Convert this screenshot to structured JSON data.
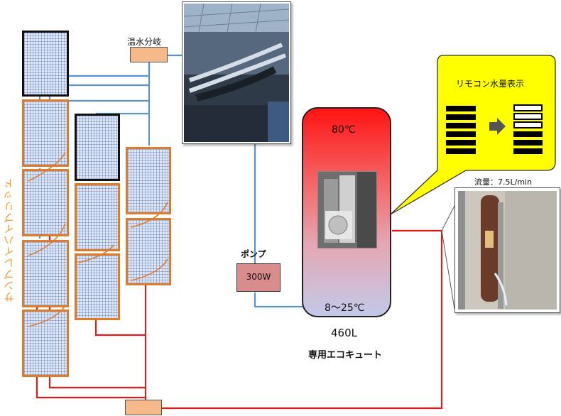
{
  "labels": {
    "manifold": "温水分岐",
    "pump_title": "ポンプ",
    "pump_power": "300W",
    "temp_top": "80℃",
    "temp_bottom": "8～25℃",
    "capacity": "460L",
    "tank_name": "専用エコキュート",
    "remote_title": "リモコン水量表示",
    "flow_rate": "流量：7.5L/min",
    "vertical_label": "サンプレイハイブリッド"
  },
  "colors": {
    "panel_orange": "#e07c28",
    "panel_black": "#111111",
    "pipe_blue": "#5b8fd6",
    "pipe_red": "#e01b1b",
    "callout_yellow": "#ffff00",
    "manifold_fill": "#f6b98a",
    "pump_fill": "#d98c8c",
    "label_orange": "#f39a2f"
  },
  "icons": {
    "arrow": "right-arrow-icon"
  }
}
